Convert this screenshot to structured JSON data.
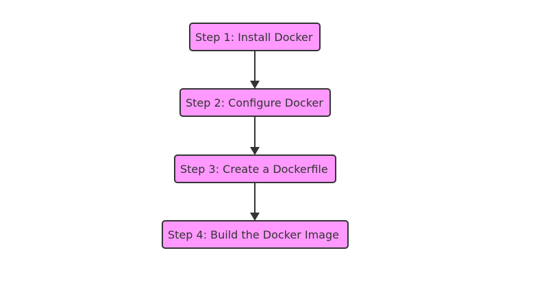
{
  "diagram": {
    "type": "flowchart",
    "direction": "top-down",
    "node_fill": "#ff99ff",
    "node_stroke": "#333333",
    "text_color": "#333333",
    "edge_color": "#333333",
    "nodes": [
      {
        "id": "step1",
        "label": "Step 1: Install Docker"
      },
      {
        "id": "step2",
        "label": "Step 2: Configure Docker"
      },
      {
        "id": "step3",
        "label": "Step 3: Create a Dockerfile"
      },
      {
        "id": "step4",
        "label": "Step 4: Build the Docker Image"
      }
    ],
    "edges": [
      {
        "from": "step1",
        "to": "step2"
      },
      {
        "from": "step2",
        "to": "step3"
      },
      {
        "from": "step3",
        "to": "step4"
      }
    ]
  }
}
